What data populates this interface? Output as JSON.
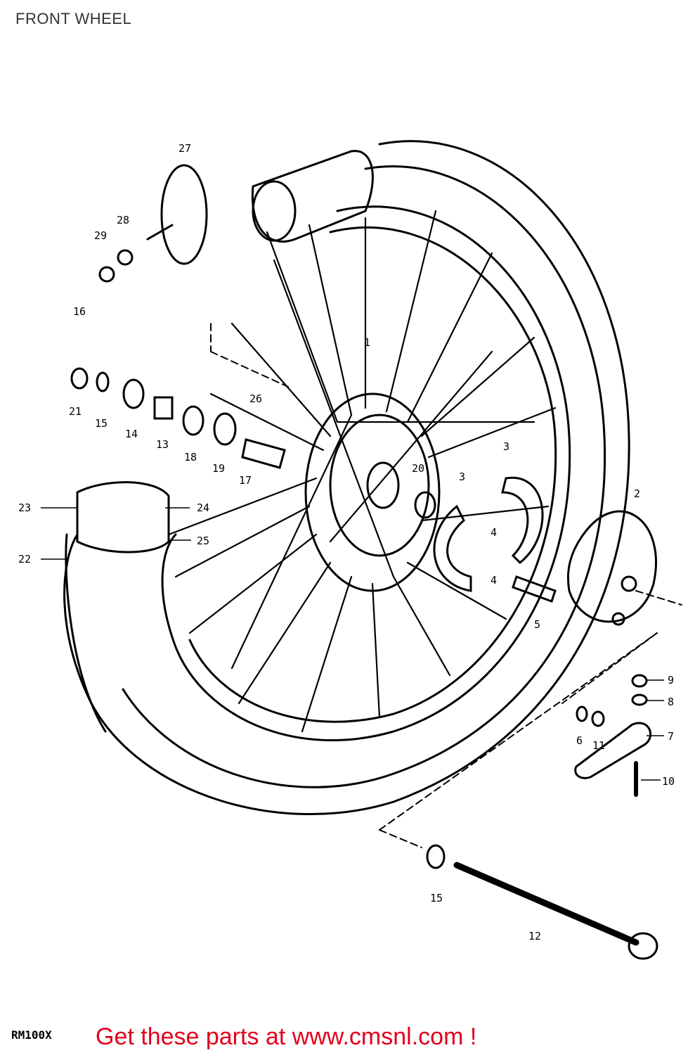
{
  "title": "FRONT WHEEL",
  "model": "RM100X",
  "promo": "Get these parts at www.cmsnl.com !",
  "part_labels": [
    "1",
    "2",
    "3",
    "3",
    "4",
    "4",
    "5",
    "6",
    "7",
    "8",
    "9",
    "10",
    "11",
    "12",
    "13",
    "14",
    "15",
    "15",
    "16",
    "17",
    "18",
    "19",
    "20",
    "21",
    "22",
    "23",
    "24",
    "25",
    "26",
    "27",
    "28",
    "29"
  ],
  "colors": {
    "ink": "#000000",
    "promo": "#e0001b",
    "title": "#333333"
  }
}
